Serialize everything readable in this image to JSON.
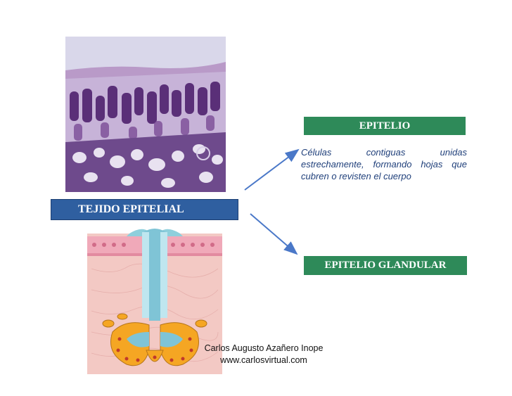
{
  "labels": {
    "main": "TEJIDO EPITELIAL",
    "epitelio": "EPITELIO",
    "glandular": "EPITELIO GLANDULAR"
  },
  "description": "Células contiguas unidas estrechamente, formando hojas que cubren o revisten el cuerpo",
  "credits": {
    "author": "Carlos Augusto Azañero Inope",
    "website": "www.carlosvirtual.com"
  },
  "colors": {
    "main_box": "#2f5fa0",
    "green_box": "#2e8a59",
    "arrow": "#4a78c8",
    "description_text": "#1f3f7a"
  },
  "icons": {
    "micrograph": "epithelium-micrograph-image",
    "gland": "gland-illustration"
  }
}
